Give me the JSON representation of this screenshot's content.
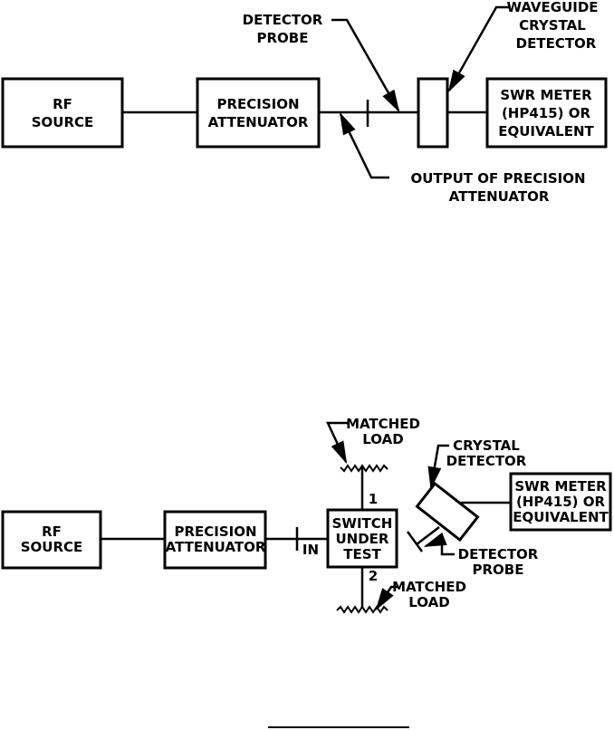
{
  "diagram_a": {
    "rf_source": [
      "RF",
      "SOURCE"
    ],
    "attenuator": [
      "PRECISION",
      "ATTENUATOR"
    ],
    "swr_meter": [
      "SWR METER",
      "(HP415) OR",
      "EQUIVALENT"
    ],
    "detector_probe_label": [
      "DETECTOR",
      "PROBE"
    ],
    "waveguide_label": [
      "WAVEGUIDE",
      "CRYSTAL",
      "DETECTOR"
    ],
    "output_label": [
      "OUTPUT OF PRECISION",
      "ATTENUATOR"
    ]
  },
  "diagram_b": {
    "rf_source": [
      "RF",
      "SOURCE"
    ],
    "attenuator": [
      "PRECISION",
      "ATTENUATOR"
    ],
    "in_label": "IN",
    "switch": [
      "SWITCH",
      "UNDER",
      "TEST"
    ],
    "port1": "1",
    "port2": "2",
    "matched_load_top": [
      "MATCHED",
      "LOAD"
    ],
    "matched_load_bottom": [
      "MATCHED",
      "LOAD"
    ],
    "crystal_detector_label": [
      "CRYSTAL",
      "DETECTOR"
    ],
    "detector_probe_label": [
      "DETECTOR",
      "PROBE"
    ],
    "swr_meter": [
      "SWR METER",
      "(HP415) OR",
      "EQUIVALENT"
    ]
  }
}
